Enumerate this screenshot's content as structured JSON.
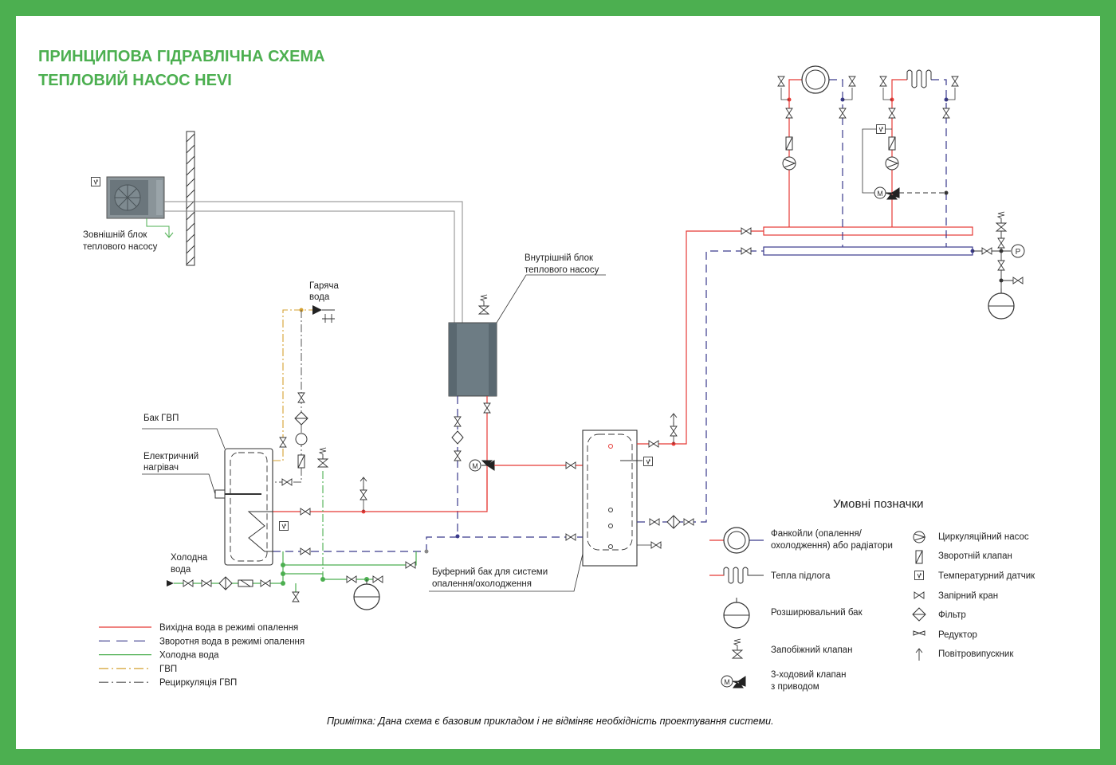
{
  "title": {
    "line1": "ПРИНЦИПОВА ГІДРАВЛІЧНА СХЕМА",
    "line2": "ТЕПЛОВИЙ НАСОС HEVI"
  },
  "labels": {
    "outdoor_unit_1": "Зовнішній блок",
    "outdoor_unit_2": "теплового насосу",
    "indoor_unit_1": "Внутрішній блок",
    "indoor_unit_2": "теплового насосу",
    "hot_water_1": "Гаряча",
    "hot_water_2": "вода",
    "dhw_tank": "Бак ГВП",
    "heater_1": "Електричний",
    "heater_2": "нагрівач",
    "cold_water_1": "Холодна",
    "cold_water_2": "вода",
    "buffer_1": "Буферний бак для системи",
    "buffer_2": "опалення/охолодження",
    "motor": "M",
    "pressure": "P"
  },
  "line_legend": [
    {
      "label": "Вихідна вода в режимі опалення",
      "color": "#e53935",
      "style": "solid"
    },
    {
      "label": "Зворотня вода в режимі опалення",
      "color": "#3a3a8c",
      "style": "dashed"
    },
    {
      "label": "Холодна вода",
      "color": "#4caf50",
      "style": "solid"
    },
    {
      "label": "ГВП",
      "color": "#d4a030",
      "style": "dashdot"
    },
    {
      "label": "Рециркуляція ГВП",
      "color": "#555555",
      "style": "dashdot"
    }
  ],
  "symbols": {
    "heading": "Умовні позначки",
    "fancoil_1": "Фанкойли (опалення/",
    "fancoil_2": "охолодження) або радіатори",
    "floor": "Тепла підлога",
    "expansion": "Розширювальний бак",
    "safety": "Запобіжний клапан",
    "valve3_1": "3-ходовий клапан",
    "valve3_2": "з приводом",
    "pump": "Циркуляційний насос",
    "check": "Зворотній клапан",
    "sensor": "Температурний датчик",
    "shutoff": "Запірний кран",
    "filter": "Фільтр",
    "reducer": "Редуктор",
    "air_vent": "Повітровипускник"
  },
  "note": "Примітка: Дана схема є базовим прикладом і не відміняє необхідність проектування системи.",
  "colors": {
    "red": "#e53935",
    "blue": "#3a3a8c",
    "green": "#4caf50",
    "orange": "#d4a030",
    "gray": "#555555",
    "frame": "#4caf50"
  }
}
